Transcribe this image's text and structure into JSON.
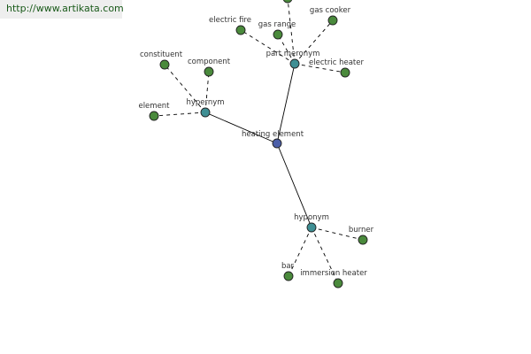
{
  "watermark": {
    "text": "http://www.artikata.com"
  },
  "colors": {
    "center_node": "#4b5ea8",
    "relation_node": "#3f8f94",
    "leaf_node": "#4a8a3c",
    "edge": "#000000",
    "background": "#ffffff"
  },
  "graph": {
    "center": {
      "label": "heating element"
    },
    "relations": [
      {
        "key": "hypernym",
        "label": "hypernym",
        "leaves": [
          "constituent",
          "component",
          "element"
        ]
      },
      {
        "key": "part-meronym",
        "label": "part meronym",
        "leaves": [
          "electric fire",
          "gas range",
          "gas cooker",
          "electric heater",
          ""
        ]
      },
      {
        "key": "hyponym",
        "label": "hyponym",
        "leaves": [
          "burner",
          "bar",
          "immersion heater"
        ]
      }
    ]
  }
}
